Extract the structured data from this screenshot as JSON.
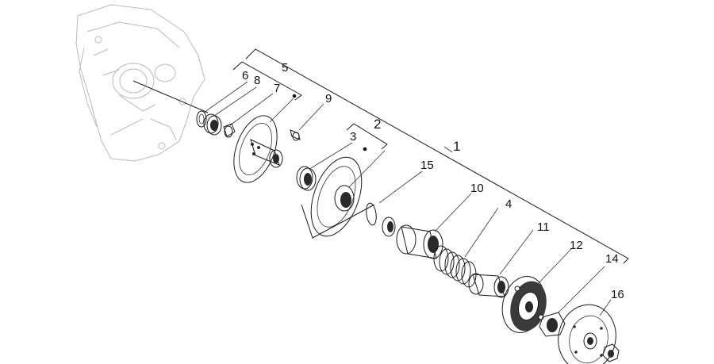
{
  "colors": {
    "stroke": "#1a1a1a",
    "housing": "#b9b9b9",
    "part_fill": "#ffffff",
    "dark": "#2a2a2a"
  },
  "callouts": {
    "c1": "1",
    "c2": "2",
    "c3": "3",
    "c4": "4",
    "c5": "5",
    "c6": "6",
    "c7": "7",
    "c8": "8",
    "c9": "9",
    "c10": "10",
    "c11": "11",
    "c12": "12",
    "c14": "14",
    "c15": "15",
    "c16": "16"
  }
}
